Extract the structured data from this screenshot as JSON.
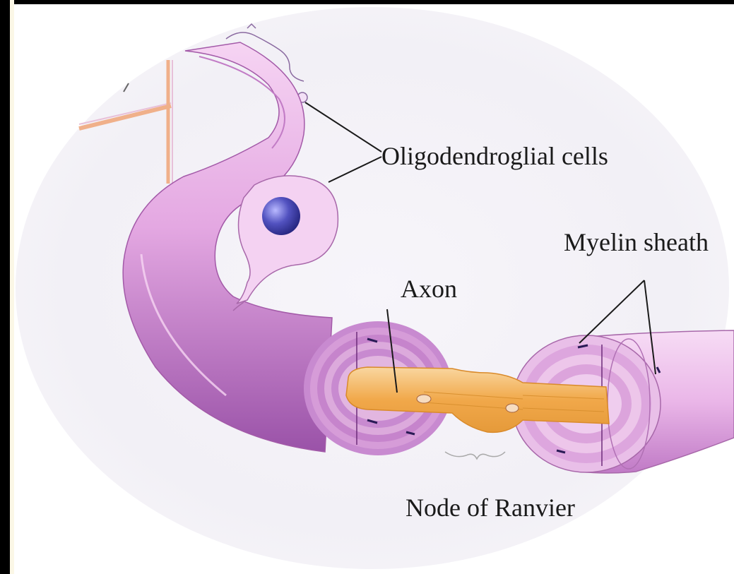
{
  "labels": {
    "oligodendroglial": "Oligodendroglial cells",
    "myelin_sheath": "Myelin sheath",
    "axon": "Axon",
    "node_of_ranvier": "Node of Ranvier"
  },
  "colors": {
    "frame": "#000000",
    "myelin_light": "#f2c4ee",
    "myelin_mid": "#d99ad6",
    "myelin_dark": "#9a52a8",
    "axon": "#f1a84a",
    "axon_light": "#f6c98a",
    "nucleus": "#4a4aa8",
    "leader_line": "#1a1a1a"
  },
  "icons": [
    "oligodendrocyte-cell-body-icon",
    "nucleus-icon",
    "axon-icon",
    "myelin-sheath-icon",
    "node-gap-icon"
  ]
}
